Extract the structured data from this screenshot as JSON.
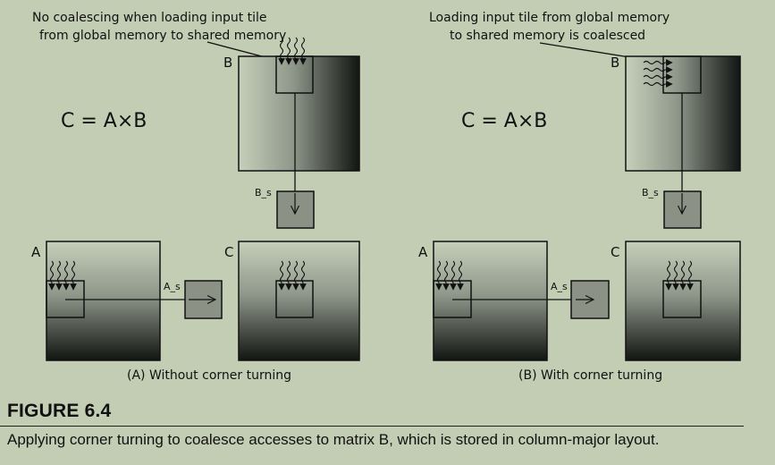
{
  "left_panel": {
    "note": [
      "No coalescing when loading input tile",
      "from global memory to shared memory"
    ],
    "equation": "C = A×B",
    "label_a": "A",
    "label_b": "B",
    "label_c": "C",
    "label_as": "A_s",
    "label_bs": "B_s",
    "subcaption": "(A) Without corner turning"
  },
  "right_panel": {
    "note": [
      "Loading input tile from global memory",
      "to shared memory is coalesced"
    ],
    "equation": "C = A×B",
    "label_a": "A",
    "label_b": "B",
    "label_c": "C",
    "label_as": "A_s",
    "label_bs": "B_s",
    "subcaption": "(B) With corner turning"
  },
  "figure": {
    "title": "FIGURE 6.4",
    "caption": "Applying corner turning to coalesce accesses to matrix B, which is stored in column-major layout."
  },
  "colors": {
    "background": "#c2cdb4",
    "matrix_light": "#c5d0ba",
    "matrix_dark": "#151815",
    "shared_tile": "#8c9185",
    "stroke": "#111111"
  }
}
